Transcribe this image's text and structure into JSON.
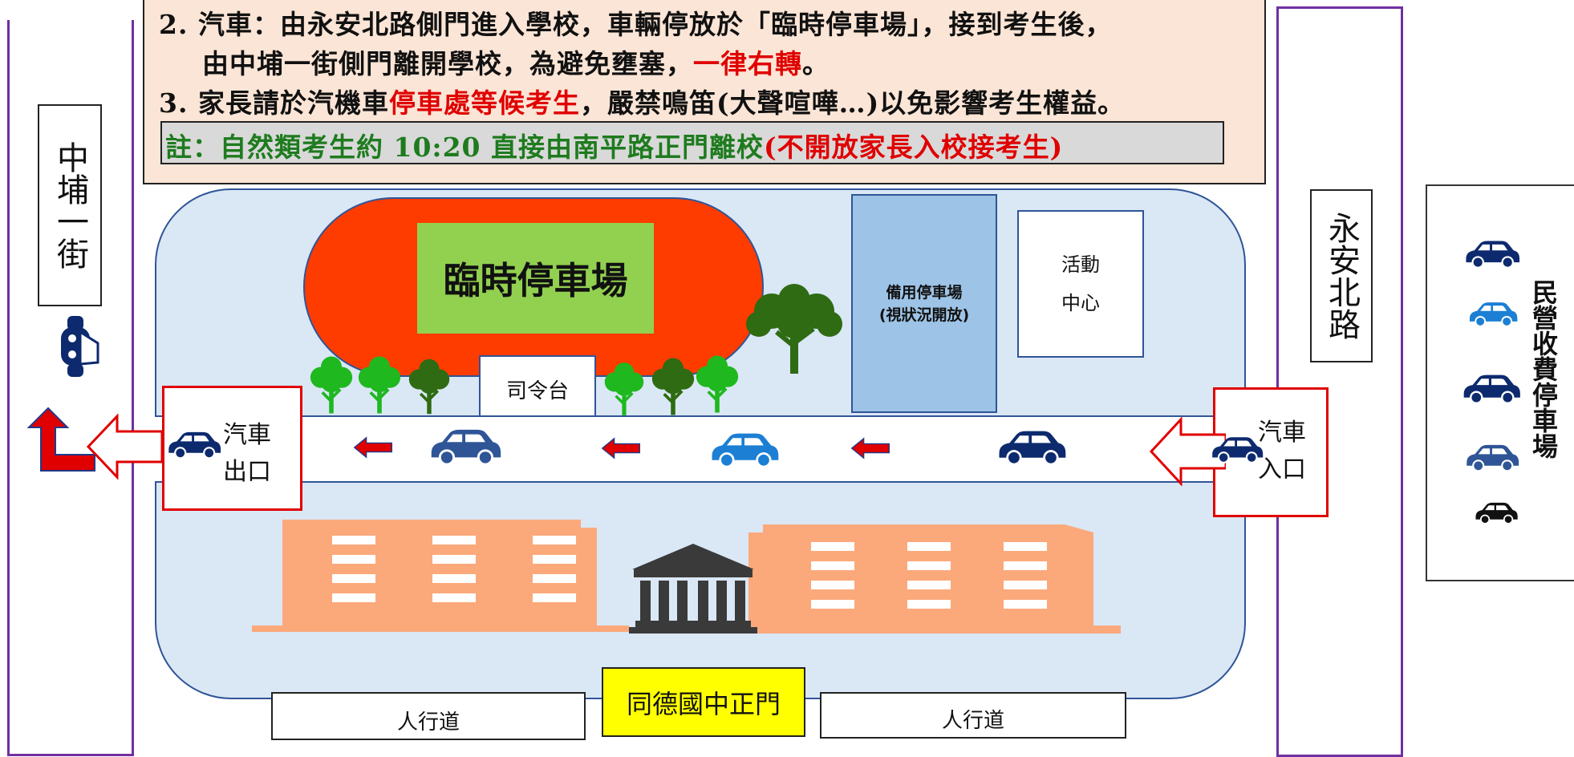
{
  "notice": {
    "line2_a": "2. 汽車：由永安北路側門進入學校，車輛停放於「臨時停車場」，接到考生後，",
    "line2_b_1": "由中埔一街側門離開學校，為避免壅塞，",
    "line2_b_red": "一律右轉",
    "line2_b_2": "。",
    "line3_1": "3. 家長請於汽機車",
    "line3_red": "停車處等候考生",
    "line3_2": "，嚴禁鳴笛(大聲喧嘩…)以免影響考生權益。",
    "note_green": "註：自然類考生約 10:20 直接由南平路正門離校",
    "note_red": "(不開放家長入校接考生)"
  },
  "roads": {
    "left": "中埔一街",
    "right": "永安北路"
  },
  "campus": {
    "temp_parking": "臨時停車場",
    "backup_parking_1": "備用停車場",
    "backup_parking_2": "(視狀況開放)",
    "activity_center_1": "活動",
    "activity_center_2": "中心",
    "stage": "司令台",
    "exit_1": "汽車",
    "exit_2": "出口",
    "entrance_1": "汽車",
    "entrance_2": "入口",
    "walkway_left": "人行道",
    "walkway_right": "人行道",
    "main_gate": "同德國中正門"
  },
  "side_lot": {
    "label": "民營收費停車場"
  },
  "colors": {
    "road_border": "#7030a0",
    "campus_fill": "#dae7f5",
    "track_fill": "#ff3c00",
    "temp_parking_fill": "#92d050",
    "backup_parking_fill": "#9dc3e6",
    "building_fill": "#fba97b",
    "arrow_red": "#e00000",
    "gate_fill": "#ffff00",
    "car_navy": "#0d2a6e",
    "car_blue": "#1c7fd4",
    "car_steel": "#2f5597"
  },
  "icons": [
    "car-icon",
    "motorbike-icon",
    "tree-icon",
    "school-building-icon",
    "arrow-left-icon",
    "turn-arrow-icon"
  ]
}
